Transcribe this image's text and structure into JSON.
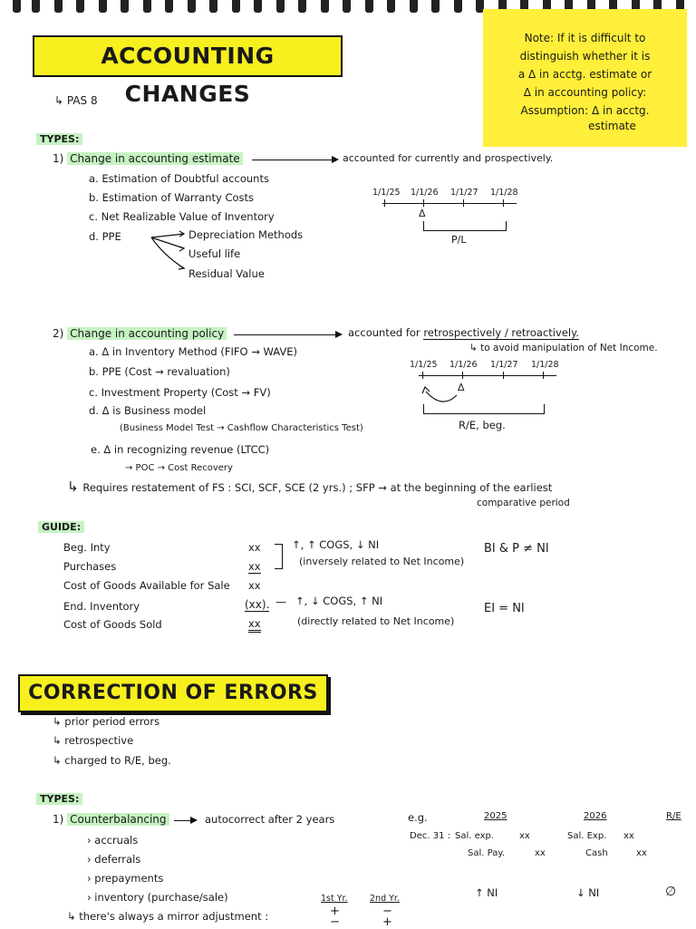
{
  "sections": {
    "accounting_changes": {
      "title": "ACCOUNTING CHANGES",
      "standard": "PAS 8",
      "note": {
        "line1": "Note: If it is difficult to",
        "line2": "distinguish whether it is",
        "line3": "a Δ in acctg. estimate or",
        "line4": "Δ in accounting policy:",
        "line5": "Assumption: Δ in acctg.",
        "line6": "estimate"
      },
      "types_label": "TYPES:",
      "estimate": {
        "num": "1)",
        "heading": "Change in accounting estimate",
        "treatment": "accounted for currently and prospectively.",
        "items": [
          "a. Estimation of Doubtful accounts",
          "b. Estimation of Warranty Costs",
          "c. Net Realizable Value of Inventory",
          "d. PPE"
        ],
        "ppe_subitems": [
          "Depreciation Methods",
          "Useful life",
          "Residual Value"
        ],
        "timeline": {
          "dates": [
            "1/1/25",
            "1/1/26",
            "1/1/27",
            "1/1/28"
          ],
          "label": "P/L",
          "delta": "Δ"
        }
      },
      "policy": {
        "num": "2)",
        "heading": "Change in accounting policy",
        "treatment_prefix": "accounted for",
        "treatment": "retrospectively / retroactively.",
        "reason": "to avoid manipulation of Net Income.",
        "items": [
          "a. Δ in Inventory Method (FIFO → WAVE)",
          "b. PPE (Cost → revaluation)",
          "c. Investment Property (Cost → FV)",
          "d. Δ is Business model",
          "(Business Model Test → Cashflow Characteristics Test)",
          "e. Δ in recognizing revenue (LTCC)",
          "→ POC → Cost Recovery"
        ],
        "timeline": {
          "dates": [
            "1/1/25",
            "1/1/26",
            "1/1/27",
            "1/1/28"
          ],
          "label": "R/E, beg.",
          "delta": "Δ"
        },
        "restatement_line1": "Requires restatement of FS : SCI, SCF, SCE (2 yrs.) ; SFP → at the beginning of the earliest",
        "restatement_line2": "comparative period"
      },
      "guide": {
        "label": "GUIDE:",
        "rows": [
          {
            "label": "Beg. Inty",
            "value": "xx"
          },
          {
            "label": "Purchases",
            "value": "xx"
          },
          {
            "label": "Cost of Goods Available for Sale",
            "value": "xx"
          },
          {
            "label": "End. Inventory",
            "value": "(xx)."
          },
          {
            "label": "Cost of Goods Sold",
            "value": "xx"
          }
        ],
        "top_effect": "↑, ↑ COGS, ↓ NI",
        "top_relation": "(inversely related to Net Income)",
        "bottom_effect": "↑, ↓ COGS, ↑ NI",
        "bottom_relation": "(directly related to Net Income)",
        "bi_rule": "BI & P ≠ NI",
        "ei_rule": "EI = NI"
      }
    },
    "correction_of_errors": {
      "title": "CORRECTION OF ERRORS",
      "points": [
        "prior period errors",
        "retrospective",
        "charged to R/E, beg."
      ],
      "types_label": "TYPES:",
      "counterbalancing": {
        "num": "1)",
        "heading": "Counterbalancing",
        "treatment": "autocorrect after 2 years",
        "items": [
          "accruals",
          "deferrals",
          "prepayments",
          "inventory (purchase/sale)"
        ],
        "mirror": "there's always a mirror adjustment :",
        "mirror_yr1": "1st Yr.",
        "mirror_yr2": "2nd Yr.",
        "mirror_sign1a": "+",
        "mirror_sign1b": "−",
        "mirror_sign2a": "−",
        "mirror_sign2b": "+"
      },
      "example": {
        "eg": "e.g.",
        "date": "Dec. 31 :",
        "year1": "2025",
        "year2": "2026",
        "re": "R/E",
        "y1_row1": "Sal. exp.",
        "y1_row1_val": "xx",
        "y1_row2": "Sal. Pay.",
        "y1_row2_val": "xx",
        "y2_row1": "Sal. Exp.",
        "y2_row1_val": "xx",
        "y2_row2": "Cash",
        "y2_row2_val": "xx",
        "y1_effect": "↑ NI",
        "y2_effect": "↓ NI",
        "re_effect": "∅"
      }
    }
  }
}
